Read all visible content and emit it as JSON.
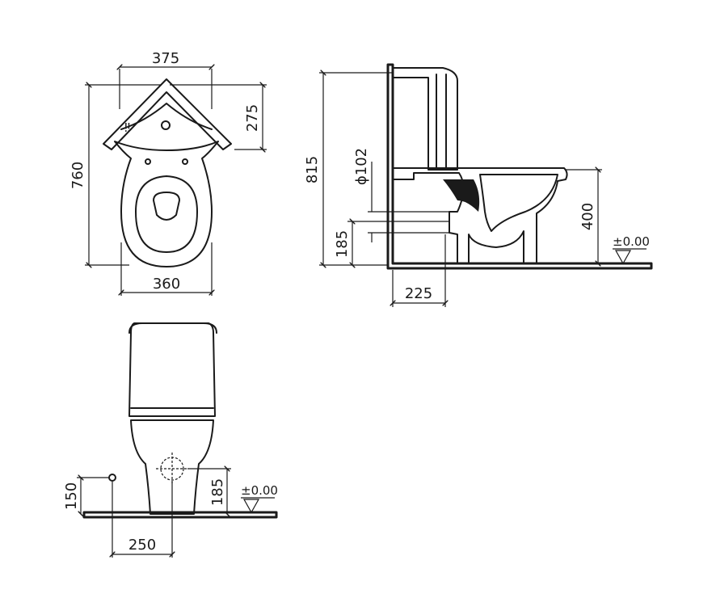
{
  "top_view": {
    "dim_width_top": "375",
    "dim_depth": "760",
    "dim_cistern": "275",
    "dim_width_bottom": "360"
  },
  "side_view": {
    "dim_height_total": "815",
    "dim_outlet_diameter": "ϕ102",
    "dim_outlet_height": "185",
    "dim_seat_height": "400",
    "dim_wall_offset": "225",
    "level_label": "±0.00"
  },
  "front_view": {
    "dim_inlet_height": "150",
    "dim_outlet_height": "185",
    "dim_width": "250",
    "level_label": "±0.00"
  }
}
